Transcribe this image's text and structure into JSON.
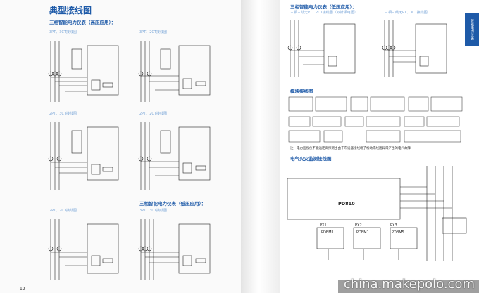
{
  "left_page": {
    "title": "典型接线图",
    "high_voltage_heading": "三相智能电力仪表（高压应用）：",
    "low_voltage_heading": "三相智能电力仪表（低压应用）：",
    "diagram_labels": [
      "3PT、3CT接线图",
      "3PT、2CT接线图",
      "2PT、3CT接线图",
      "2PT、2CT接线图",
      "2PT、2CT接线图",
      "3PT、3CT接线图"
    ],
    "page_number": "12"
  },
  "right_page": {
    "low_voltage_heading": "三相智能电力仪表（低压应用）：",
    "diagram_labels": [
      "三相三线无PT、2CT接线图（双针相电压）",
      "三相三线无PT、3CT接线图"
    ],
    "module_heading": "模块接线图",
    "fire_heading": "电气火灾监测接线图",
    "device_label": "PD810",
    "px_labels": [
      "PX1",
      "PX2",
      "PX3"
    ],
    "module_labels": [
      "PDBM1",
      "PDBM1",
      "PDBM5"
    ],
    "note": "注：电力监视仪不能远距离探测出由于布设器接线端子松动或线路异常产生的电气故障",
    "tab_text": "智能电力仪表"
  },
  "watermark": "china.makepolo.com",
  "colors": {
    "accent": "#1e5aa8",
    "line": "#222222"
  }
}
